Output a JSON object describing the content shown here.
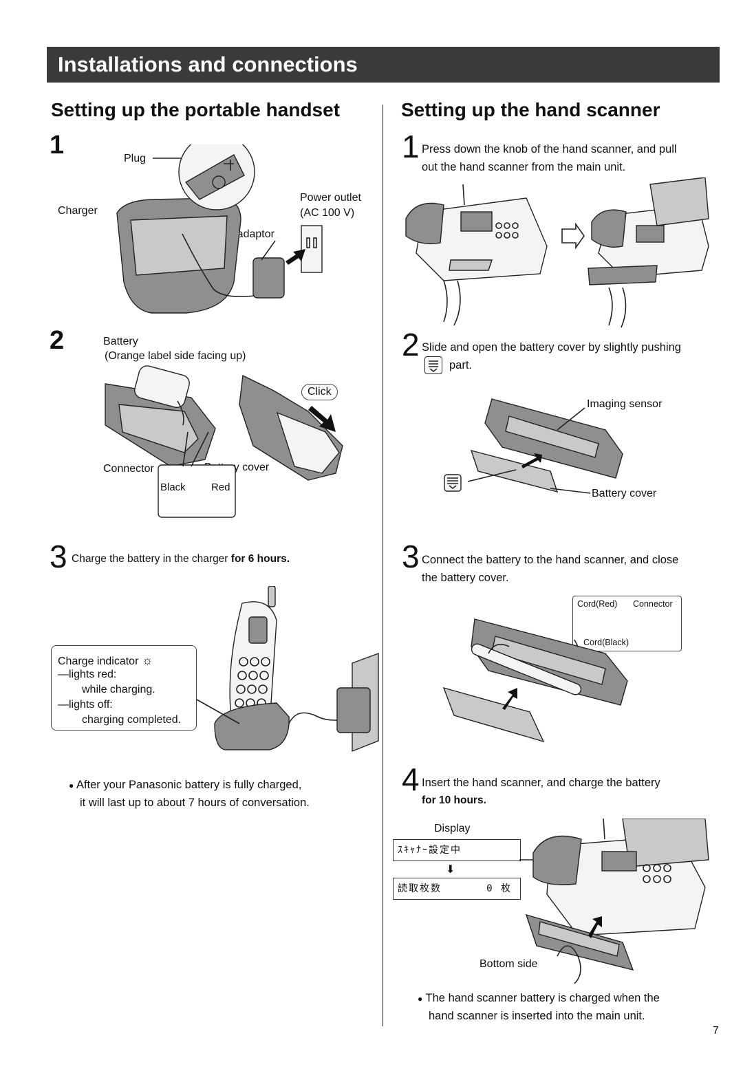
{
  "header": {
    "title": "Installations and connections"
  },
  "left": {
    "heading": "Setting up the portable handset",
    "step1": {
      "num": "1",
      "plug": "Plug",
      "charger": "Charger",
      "power_outlet_1": "Power outlet",
      "power_outlet_2": "(AC 100 V)",
      "ac_adaptor": "AC adaptor"
    },
    "step2": {
      "num": "2",
      "battery": "Battery",
      "orientation": "(Orange label side facing up)",
      "click": "Click",
      "connector": "Connector",
      "battery_cover": "Battery cover",
      "black": "Black",
      "red": "Red"
    },
    "step3": {
      "num": "3",
      "text": "Charge the battery in the charger ",
      "text_bold": "for 6 hours.",
      "indicator": {
        "title": "Charge indicator",
        "l1": "—lights red:",
        "l2": "while charging.",
        "l3": "—lights off:",
        "l4": "charging completed."
      }
    },
    "note_l1": "After your Panasonic battery is fully charged,",
    "note_l2": "it will last up to about 7 hours of conversation."
  },
  "right": {
    "heading": "Setting up the hand scanner",
    "step1": {
      "num": "1",
      "l1": "Press down the knob of the hand scanner, and pull",
      "l2": "out the hand scanner from the main unit."
    },
    "step2": {
      "num": "2",
      "l1": "Slide and open the battery cover by slightly pushing",
      "l2": "part.",
      "imaging_sensor": "Imaging sensor",
      "battery_cover": "Battery cover"
    },
    "step3": {
      "num": "3",
      "l1": "Connect the battery to the hand scanner, and close",
      "l2": "the battery cover.",
      "cord_red": "Cord(Red)",
      "connector": "Connector",
      "cord_black": "Cord(Black)"
    },
    "step4": {
      "num": "4",
      "l1": "Insert the hand scanner, and charge the battery",
      "l2": "for 10 hours.",
      "display": "Display",
      "display1": "ｽｷｬﾅｰ設定中",
      "display2": "読取枚数",
      "display2_val": "0 枚",
      "bottom_side": "Bottom side"
    },
    "note_l1": "The hand scanner battery is charged when the",
    "note_l2": "hand scanner is inserted into the main unit."
  },
  "page_number": "7"
}
